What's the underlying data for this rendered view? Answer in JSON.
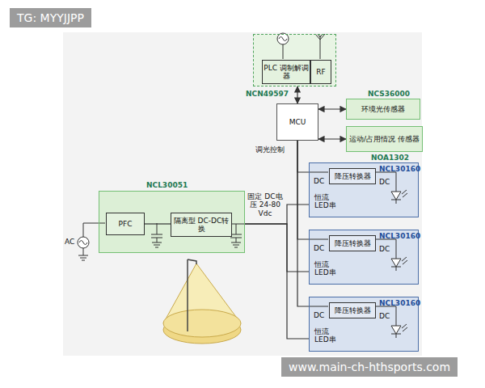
{
  "diagram": {
    "nodes": [
      {
        "text": [
          "NCN49597"
        ]
      },
      {
        "text": [
          "PLC 调制解调器"
        ],
        "in": 0
      },
      {
        "text": [
          "RF"
        ],
        "in": 0
      },
      {
        "text": [
          "MCU"
        ]
      },
      {
        "text": [
          "环境光传感器",
          "NCS36000"
        ]
      },
      {
        "text": [
          "运动/占用情况 传感器",
          "NOA1302"
        ]
      },
      {
        "text": [
          "NCL30051"
        ]
      },
      {
        "text": [
          "PFC"
        ],
        "in": 6
      },
      {
        "text": [
          "隔离型 DC-DC转换"
        ],
        "in": 6
      },
      {
        "text": [
          "NCL30160",
          "DC",
          "DC",
          "恒流 LED串"
        ]
      },
      {
        "text": [
          "降压转换器"
        ],
        "in": 9
      },
      {
        "text": [
          "NCL30160",
          "DC",
          "DC",
          "恒流 LED串"
        ]
      },
      {
        "text": [
          "降压转换器"
        ],
        "in": 11
      },
      {
        "text": [
          "NCL30160",
          "DC",
          "DC",
          "恒流 LED串"
        ]
      },
      {
        "text": [
          "降压转换器"
        ],
        "in": 13
      }
    ],
    "edges": [
      {
        "from": 0,
        "to": 3,
        "arrow": "both"
      },
      {
        "from": 3,
        "to": 4,
        "arrow": "both"
      },
      {
        "from": 3,
        "to": 5,
        "arrow": "both"
      },
      {
        "from": 7,
        "to": 8,
        "arrow": "none"
      },
      {
        "from": 3,
        "to": 9,
        "arrow": "none"
      },
      {
        "from": 3,
        "to": 11,
        "arrow": "none"
      },
      {
        "from": 3,
        "to": 13,
        "arrow": "none"
      },
      {
        "from": 6,
        "to": 9,
        "arrow": "none"
      },
      {
        "from": 6,
        "to": 11,
        "arrow": "none"
      },
      {
        "from": 6,
        "to": 13,
        "arrow": "none"
      }
    ],
    "labels": [
      "调光控制",
      "固定 DC电压 24-80 Vdc",
      "AC",
      "TG: MYYJJPP",
      "www.main-ch-hthsports.com"
    ]
  }
}
